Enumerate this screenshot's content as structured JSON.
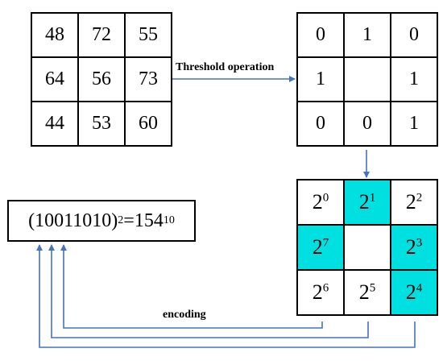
{
  "input_matrix": [
    [
      "48",
      "72",
      "55"
    ],
    [
      "64",
      "56",
      "73"
    ],
    [
      "44",
      "53",
      "60"
    ]
  ],
  "binary_matrix": [
    [
      "0",
      "1",
      "0"
    ],
    [
      "1",
      "",
      "1"
    ],
    [
      "0",
      "0",
      "1"
    ]
  ],
  "weight_matrix": [
    [
      {
        "base": "2",
        "exp": "0",
        "highlight": false
      },
      {
        "base": "2",
        "exp": "1",
        "highlight": true
      },
      {
        "base": "2",
        "exp": "2",
        "highlight": false
      }
    ],
    [
      {
        "base": "2",
        "exp": "7",
        "highlight": true
      },
      {
        "base": "",
        "exp": "",
        "highlight": false
      },
      {
        "base": "2",
        "exp": "3",
        "highlight": true
      }
    ],
    [
      {
        "base": "2",
        "exp": "6",
        "highlight": false
      },
      {
        "base": "2",
        "exp": "5",
        "highlight": false
      },
      {
        "base": "2",
        "exp": "4",
        "highlight": true
      }
    ]
  ],
  "labels": {
    "threshold": "Threshold operation",
    "encoding": "encoding"
  },
  "result": {
    "binary": "(10011010)",
    "binary_base": "2",
    "equals": "=",
    "decimal": "154",
    "decimal_base": "10"
  },
  "colors": {
    "highlight": "#00e0e0",
    "arrow": "#4472c4"
  }
}
